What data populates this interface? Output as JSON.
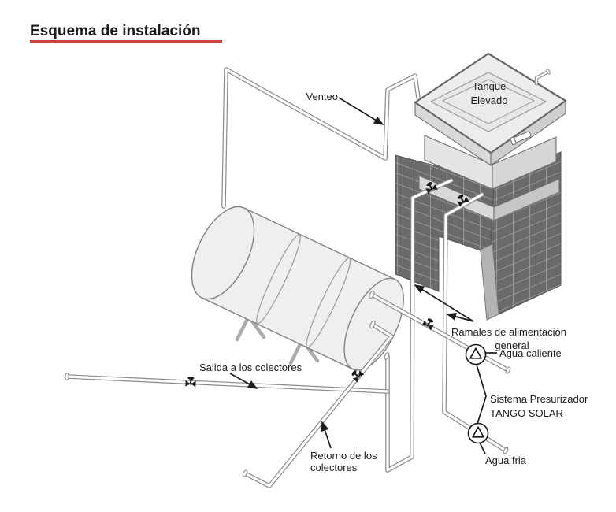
{
  "header": {
    "title": "Esquema de instalación"
  },
  "diagram": {
    "labels": {
      "venteo": "Venteo",
      "tanque_elevado_line1": "Tanque",
      "tanque_elevado_line2": "Elevado",
      "salida_colectores": "Salida a los colectores",
      "retorno_line1": "Retorno de los",
      "retorno_line2": "colectores",
      "ramales_line1": "Ramales de alimentación",
      "ramales_line2": "general",
      "agua_caliente": "Agua caliente",
      "sistema_line1": "Sistema Presurizador",
      "sistema_line2": "TANGO SOLAR",
      "agua_fria": "Agua fria"
    },
    "colors": {
      "accent_underline": "#c8473c",
      "brick_fill": "#6a6a6a",
      "brick_mortar": "#989898",
      "tank_fill": "#efefef",
      "pipe_outline": "#8a8a8a",
      "line_dark": "#1a1a1a"
    }
  }
}
